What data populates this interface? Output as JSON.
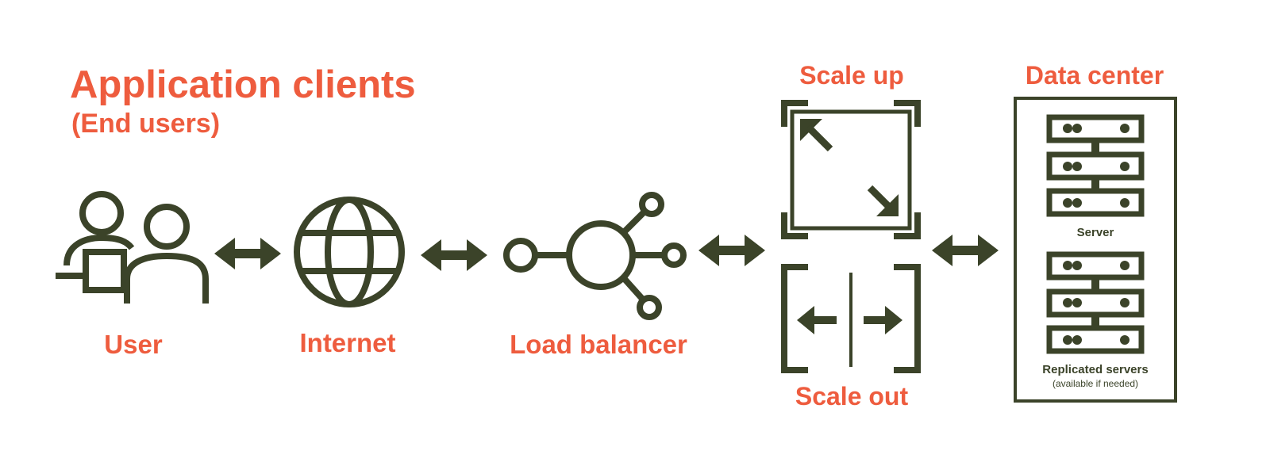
{
  "colors": {
    "accent": "#EE5C3E",
    "icon": "#3B4329",
    "background": "#FFFFFF"
  },
  "heading": {
    "title": "Application clients",
    "subtitle": "(End users)"
  },
  "nodes": {
    "user": "User",
    "internet": "Internet",
    "load_balancer": "Load balancer",
    "scale_up": "Scale up",
    "scale_out": "Scale out",
    "data_center": "Data center",
    "server": "Server",
    "replicated_servers": "Replicated servers",
    "replicated_note": "(available if needed)"
  },
  "icons": [
    "users-icon",
    "laptop-icon",
    "globe-icon",
    "network-hub-icon",
    "scale-up-icon",
    "scale-out-icon",
    "server-rack-icon",
    "double-arrow-icon"
  ]
}
